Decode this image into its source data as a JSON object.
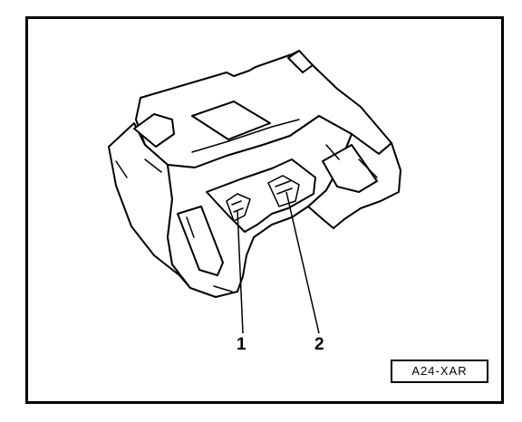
{
  "callouts": [
    {
      "id": "1",
      "label": "1"
    },
    {
      "id": "2",
      "label": "2"
    }
  ],
  "figure_code": "A24-XAR",
  "colors": {
    "ink": "#000000",
    "paper": "#ffffff"
  }
}
